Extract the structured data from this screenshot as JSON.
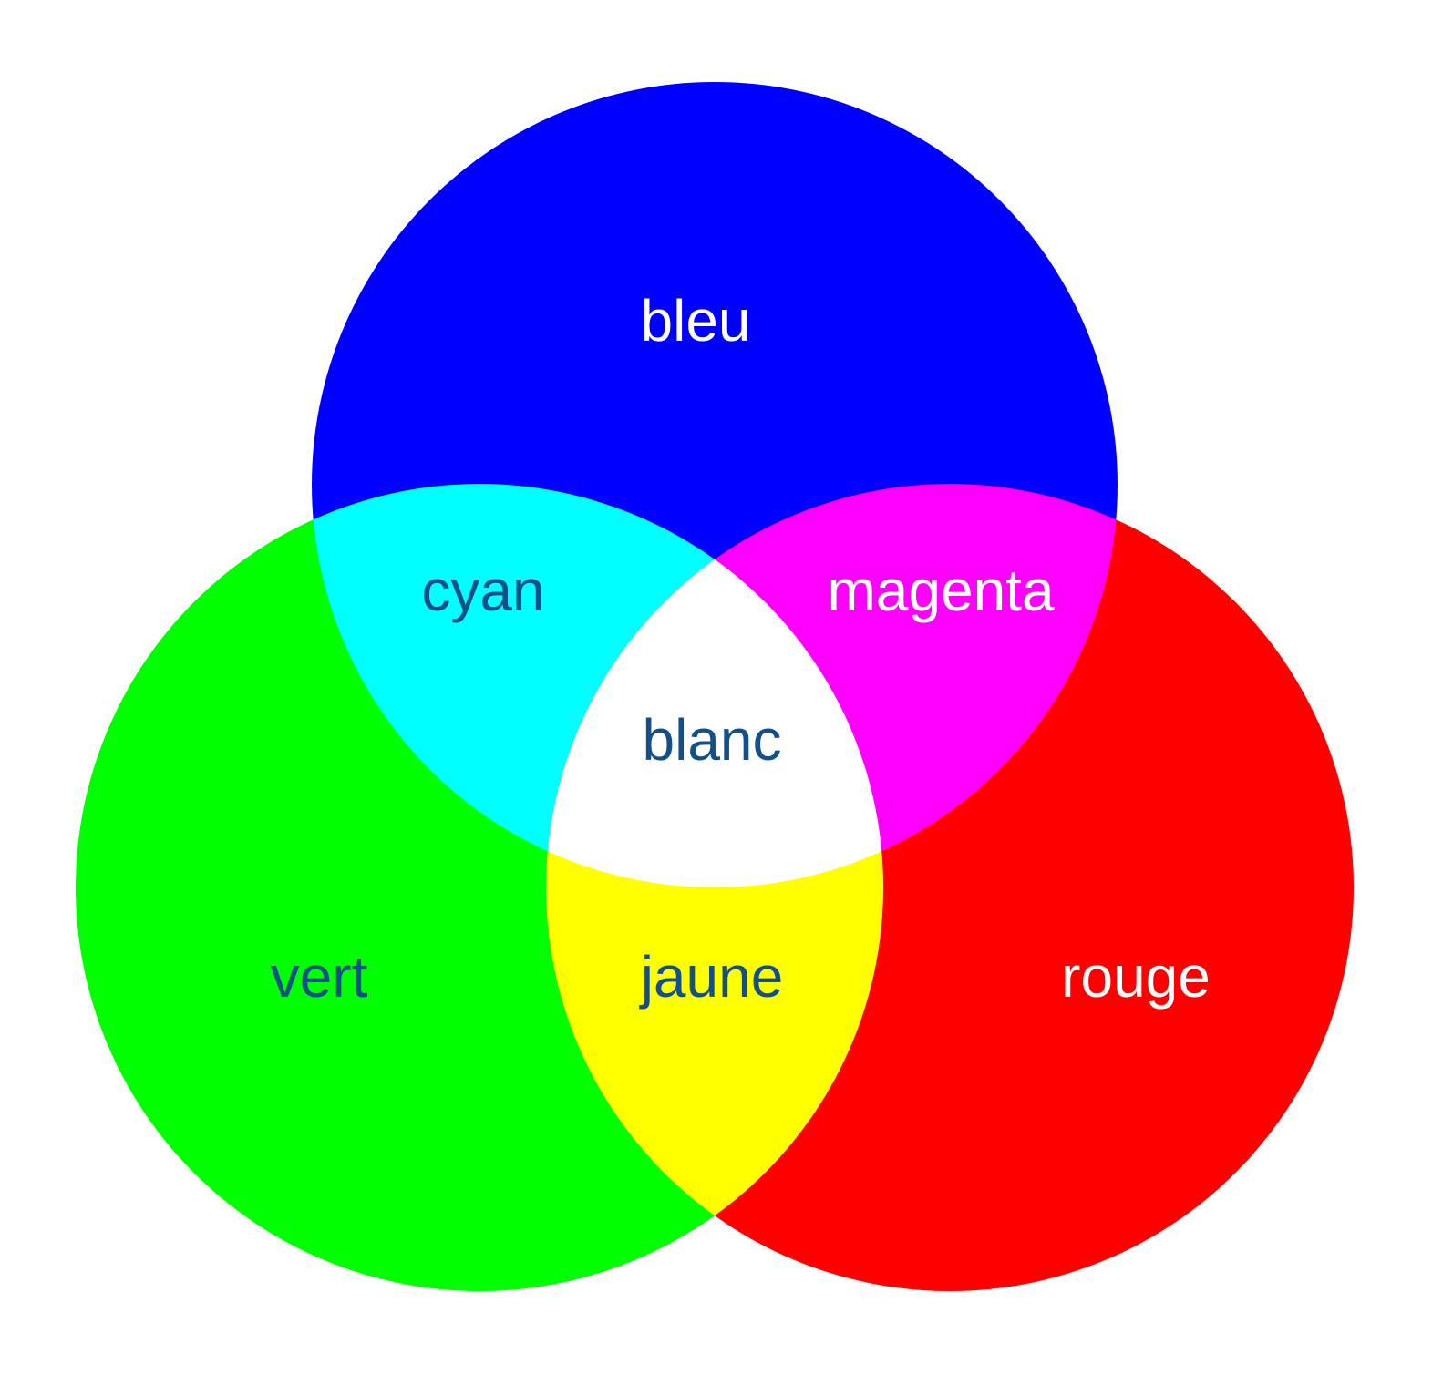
{
  "colors": {
    "blue": "#0000ff",
    "green": "#00ff00",
    "red": "#ff0000",
    "dark_label": "#135089",
    "light_label": "#ffffff"
  },
  "labels": {
    "bleu": "bleu",
    "cyan": "cyan",
    "magenta": "magenta",
    "blanc": "blanc",
    "vert": "vert",
    "jaune": "jaune",
    "rouge": "rouge"
  }
}
